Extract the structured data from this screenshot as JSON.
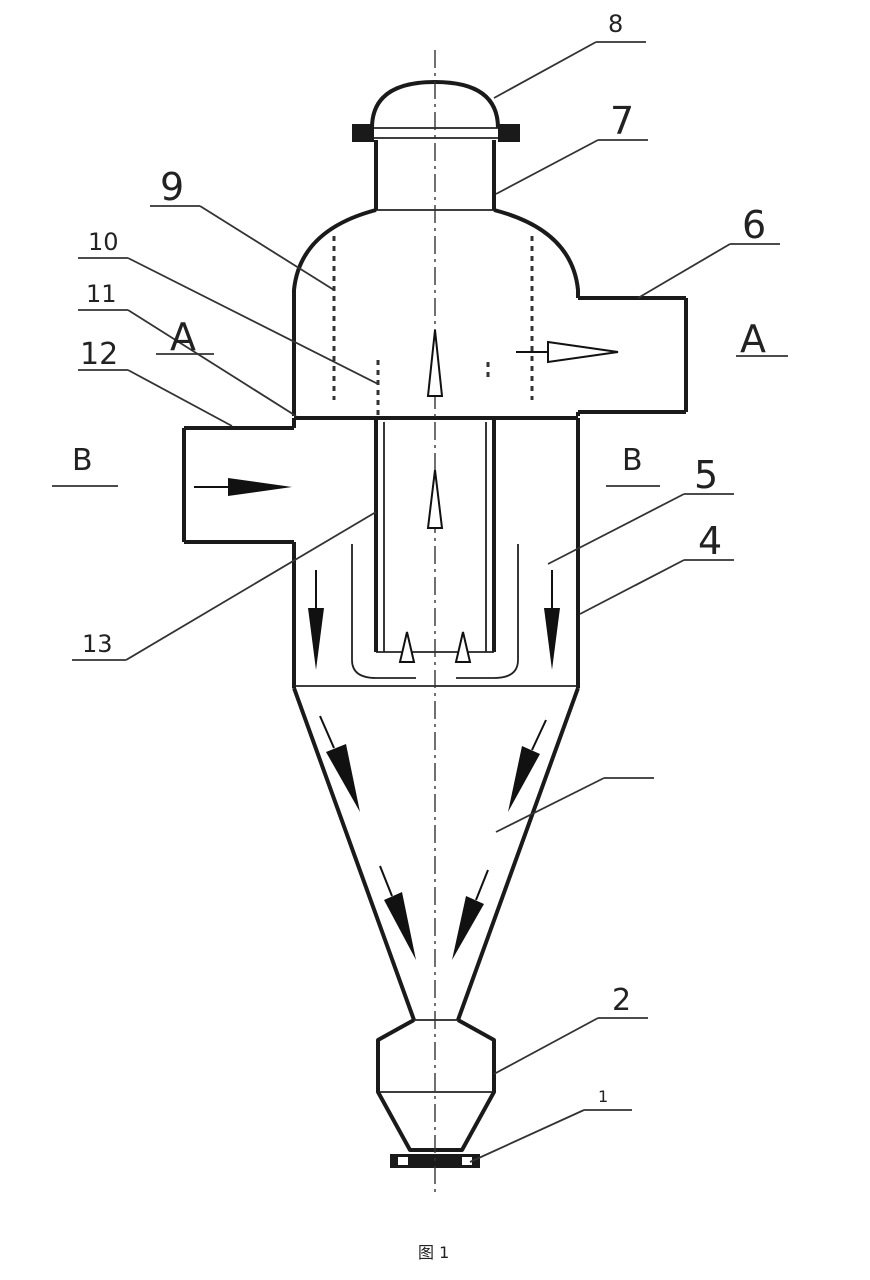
{
  "figure": {
    "caption": "图 1"
  },
  "part_labels": {
    "p1": "1",
    "p2": "2",
    "p4": "4",
    "p5": "5",
    "p6": "6",
    "p7": "7",
    "p8": "8",
    "p9": "9",
    "p10": "10",
    "p11": "11",
    "p12": "12",
    "p13": "13"
  },
  "section_labels": {
    "a_left": "A",
    "a_right": "A",
    "b_left": "B",
    "b_right": "B"
  }
}
